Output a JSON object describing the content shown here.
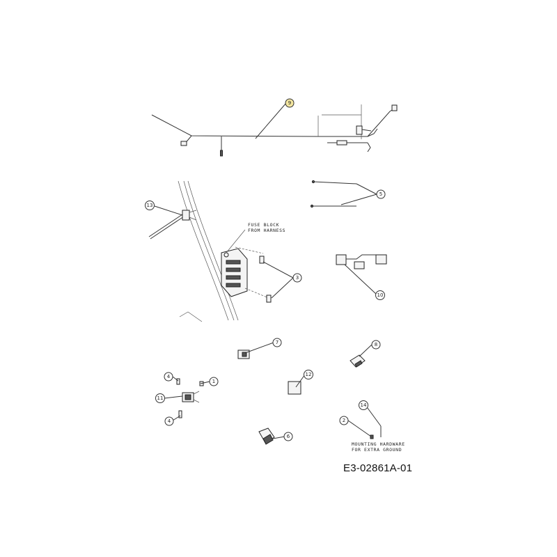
{
  "drawing_id": "E3-02861A-01",
  "highlight_color": "#f3e6a0",
  "callouts": [
    {
      "id": "c9",
      "label": "9",
      "highlighted": true
    },
    {
      "id": "c5",
      "label": "5"
    },
    {
      "id": "c13",
      "label": "13"
    },
    {
      "id": "c3",
      "label": "3"
    },
    {
      "id": "c10",
      "label": "10"
    },
    {
      "id": "c7",
      "label": "7"
    },
    {
      "id": "c8",
      "label": "8"
    },
    {
      "id": "c4a",
      "label": "4"
    },
    {
      "id": "c1",
      "label": "1"
    },
    {
      "id": "c11",
      "label": "11"
    },
    {
      "id": "c4b",
      "label": "4"
    },
    {
      "id": "c12",
      "label": "12"
    },
    {
      "id": "c6",
      "label": "6"
    },
    {
      "id": "c2",
      "label": "2"
    },
    {
      "id": "c14",
      "label": "14"
    }
  ],
  "notes": {
    "fuse_block": [
      "FUSE BLOCK",
      "FROM HARNESS"
    ],
    "mounting_hardware": [
      "MOUNTING HARDWARE",
      "FOR EXTRA GROUND"
    ]
  }
}
